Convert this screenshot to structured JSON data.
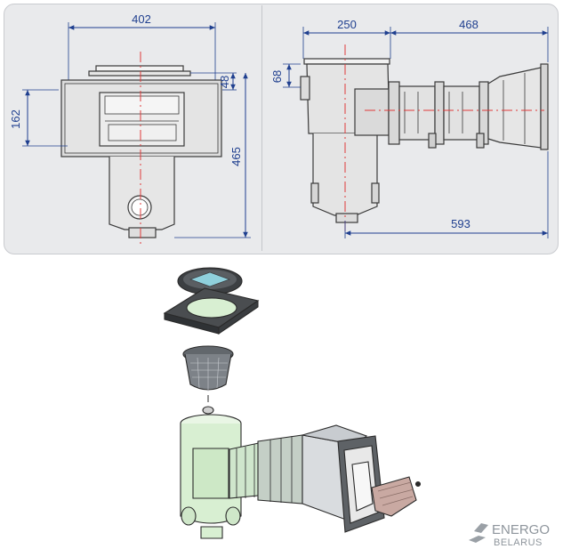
{
  "front_view": {
    "dim_width": "402",
    "dim_opening_height": "162",
    "dim_top_offset": "48",
    "dim_total_height": "465"
  },
  "side_view": {
    "dim_body_width": "250",
    "dim_nozzle_length": "468",
    "dim_lid_height": "68",
    "dim_total_length": "593"
  },
  "watermark": {
    "brand_line1": "ENERGO",
    "brand_line2": "BELARUS"
  },
  "colors": {
    "dimension_line": "#1f3f8f",
    "axis_line": "#e03a3a",
    "panel_bg": "#e9eaec",
    "body_green": "#d8efd2",
    "watermark": "#9aa0a6"
  }
}
